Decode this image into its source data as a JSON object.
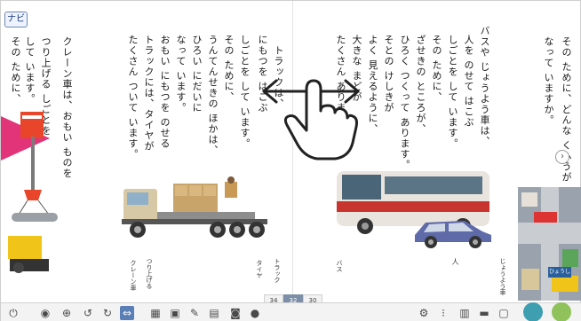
{
  "nav": {
    "label": "ナビ"
  },
  "right_page": {
    "col_top_1": "その ために、どんな くふうが",
    "col_top_2": "なって いますか。",
    "paragraph": [
      "バスや じょうよう車は、",
      "人を のせて はこぶ",
      "しごとを して います。",
      "その ために、",
      "ざせきの ところが、",
      "ひろく つくって あります。",
      "そとの けしきが",
      "よく 見えるように、",
      "大きな まどが",
      "たくさん あります。"
    ],
    "footnotes": [
      "バス",
      "じょうよう車"
    ],
    "footnote_kanji": "人"
  },
  "left_page": {
    "paragraph": [
      "トラックは、",
      "にもつを はこぶ",
      "しごとを して います。",
      "その ために、",
      "うんてんせきの ほかは、",
      "ひろい にだいに",
      "なって います。",
      "おもい にもつを のせる",
      "トラックには、タイヤが",
      "たくさん ついて います。"
    ],
    "crane_paragraph": [
      "クレーン車は、おもい ものを",
      "つり上げる しごとを",
      "して います。",
      "その ために、"
    ],
    "footnotes": [
      "トラック",
      "タイヤ",
      "つり上げる",
      "クレーン車"
    ]
  },
  "pager": {
    "prev": "34",
    "current": "32",
    "next": "30"
  },
  "badges": {
    "next": "›",
    "map_label": "ひょうし"
  },
  "colors": {
    "accent": "#e23579",
    "selected": "#5a7fb6",
    "truck": "#c9a46a",
    "bus": "#c8342e",
    "car": "#5f6aa8"
  },
  "toolbar": {
    "left_icons": [
      "power-icon",
      "audio-icon",
      "zoom-in-icon",
      "undo-icon",
      "redo-icon",
      "page-fit-icon",
      "thumbnail-icon",
      "image-icon",
      "pen-icon",
      "note-icon",
      "capture-icon",
      "sound-icon"
    ],
    "right_icons": [
      "settings-icon",
      "grid-icon",
      "book-icon",
      "print-icon",
      "window-icon"
    ]
  }
}
